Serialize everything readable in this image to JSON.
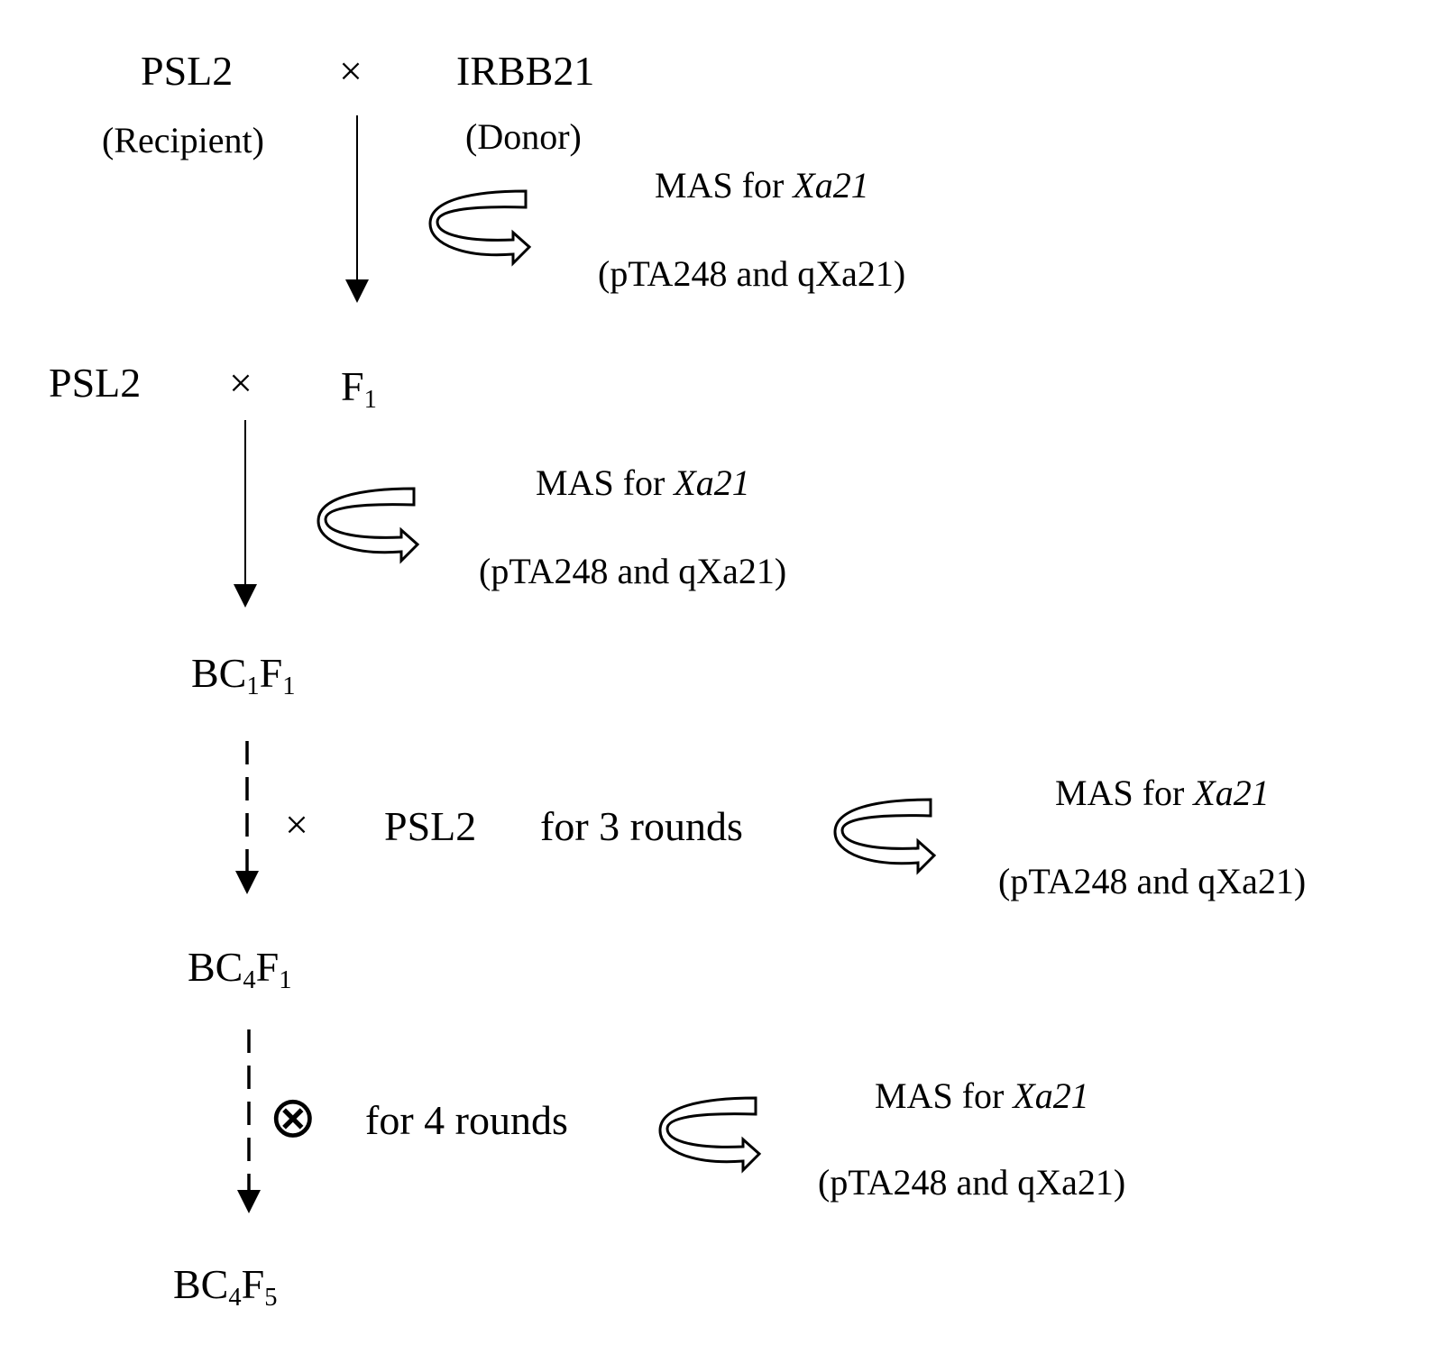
{
  "cross1": {
    "parent_a": "PSL2",
    "parent_a_role": "(Recipient)",
    "cross_symbol": "×",
    "parent_b": "IRBB21",
    "parent_b_role": "(Donor)"
  },
  "step1_mas": {
    "prefix": "MAS for ",
    "gene": "Xa21",
    "markers": "(pTA248 and qXa21)"
  },
  "cross2": {
    "parent_a": "PSL2",
    "cross_symbol": "×",
    "gen_letter": "F",
    "gen_sub": "1"
  },
  "step2_mas": {
    "prefix": "MAS for ",
    "gene": "Xa21",
    "markers": "(pTA248 and qXa21)"
  },
  "gen_bc1f1": {
    "bc": "BC",
    "bc_sub": "1",
    "f": "F",
    "f_sub": "1"
  },
  "step3": {
    "cross_symbol": "×",
    "parent": "PSL2",
    "rounds": "for 3 rounds",
    "mas_prefix": "MAS for ",
    "gene": "Xa21",
    "markers": "(pTA248 and qXa21)"
  },
  "gen_bc4f1": {
    "bc": "BC",
    "bc_sub": "4",
    "f": "F",
    "f_sub": "1"
  },
  "step4": {
    "self_symbol": "⊗",
    "rounds": "for 4 rounds",
    "mas_prefix": "MAS for ",
    "gene": "Xa21",
    "markers": "(pTA248 and qXa21)"
  },
  "gen_bc4f5": {
    "bc": "BC",
    "bc_sub": "4",
    "f": "F",
    "f_sub": "5"
  }
}
